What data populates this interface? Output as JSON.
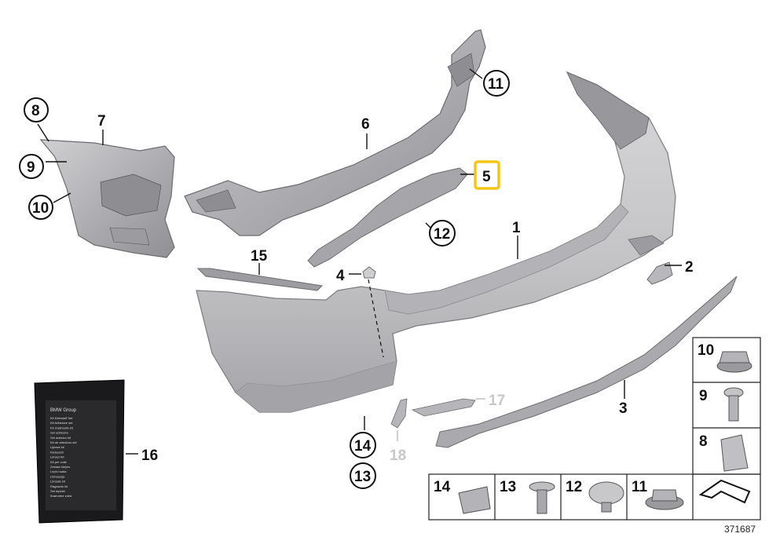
{
  "diagram": {
    "callouts": {
      "c1": "1",
      "c2": "2",
      "c3": "3",
      "c4": "4",
      "c5": "5",
      "c6": "6",
      "c7": "7",
      "c8": "8",
      "c9": "9",
      "c10": "10",
      "c11": "11",
      "c12": "12",
      "c13": "13",
      "c14": "14",
      "c15": "15",
      "c16": "16",
      "c17": "17",
      "c18": "18"
    },
    "legend": {
      "l10": "10",
      "l9": "9",
      "l8": "8",
      "l14": "14",
      "l13": "13",
      "l12": "12",
      "l11": "11"
    },
    "package_brand": "BMW Group",
    "package_lines": [
      "Kit Klebstoff Set",
      "Kit Adhesive set",
      "Kit d'adhésifs kit",
      "Set adhesivo",
      "Set adesivo kit",
      "Kit de adesivos set",
      "Lijmset kit",
      "Klebesett",
      "Limset Kit",
      "Kit per colle",
      "Zestaw klejów",
      "Lepicí sada",
      "Liimasarja",
      "Limsats kit",
      "Ragasztó kit",
      "Set lepidel",
      "Комплект клея"
    ],
    "doc_number": "371687",
    "highlight_color": "#f5c518"
  }
}
